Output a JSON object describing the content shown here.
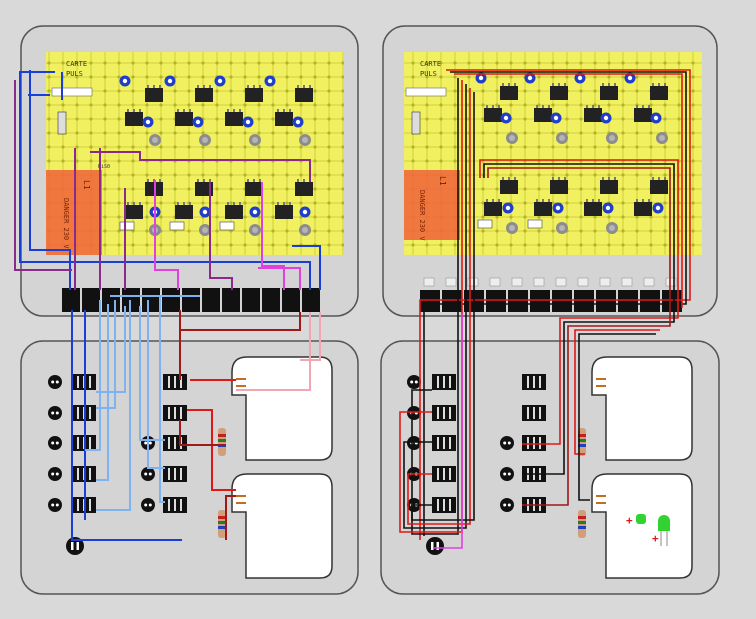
{
  "colors": {
    "background": "#d9d9d9",
    "panel": "#d4d4d4",
    "pcb": "#f0f060",
    "trace": "#c8c832",
    "relay_zone": "#f06a3c",
    "wire_blue": "#1a3fd6",
    "wire_light_blue": "#7fb2f0",
    "wire_purple": "#8a2a8a",
    "wire_magenta": "#e040e0",
    "wire_dark_red": "#a01818",
    "wire_red": "#e01818",
    "wire_pink": "#f2a6b4",
    "wire_black": "#111111",
    "led_green": "#32d232"
  },
  "boards": {
    "left": {
      "label_top": "CARTE",
      "label_bottom": "PULS",
      "relay_warning": "DANGER 230 V",
      "relay_label": "L1",
      "reference": "KiS0"
    },
    "right": {
      "label_top": "CARTE",
      "label_bottom": "PULS",
      "relay_warning": "DANGER 230 V",
      "relay_label": "L1"
    }
  },
  "symbols": {
    "plus": "+"
  }
}
